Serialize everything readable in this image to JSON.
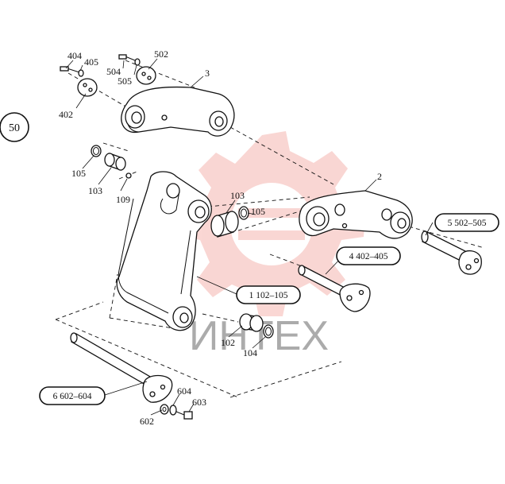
{
  "section_number": "50",
  "watermark_text": "ИНТЕХ",
  "colors": {
    "ink": "#111111",
    "watermark": "#e8473a",
    "background": "#ffffff"
  },
  "part_labels": {
    "p404": "404",
    "p405": "405",
    "p402": "402",
    "p502": "502",
    "p504": "504",
    "p505": "505",
    "p3": "3",
    "p2": "2",
    "p105a": "105",
    "p103a": "103",
    "p109": "109",
    "p103b": "103",
    "p105b": "105",
    "p102": "102",
    "p104": "104",
    "p602": "602",
    "p603": "603",
    "p604": "604"
  },
  "callouts": {
    "c5": "5 502–505",
    "c4": "4 402–405",
    "c1": "1 102–105",
    "c6": "6 602–604"
  }
}
